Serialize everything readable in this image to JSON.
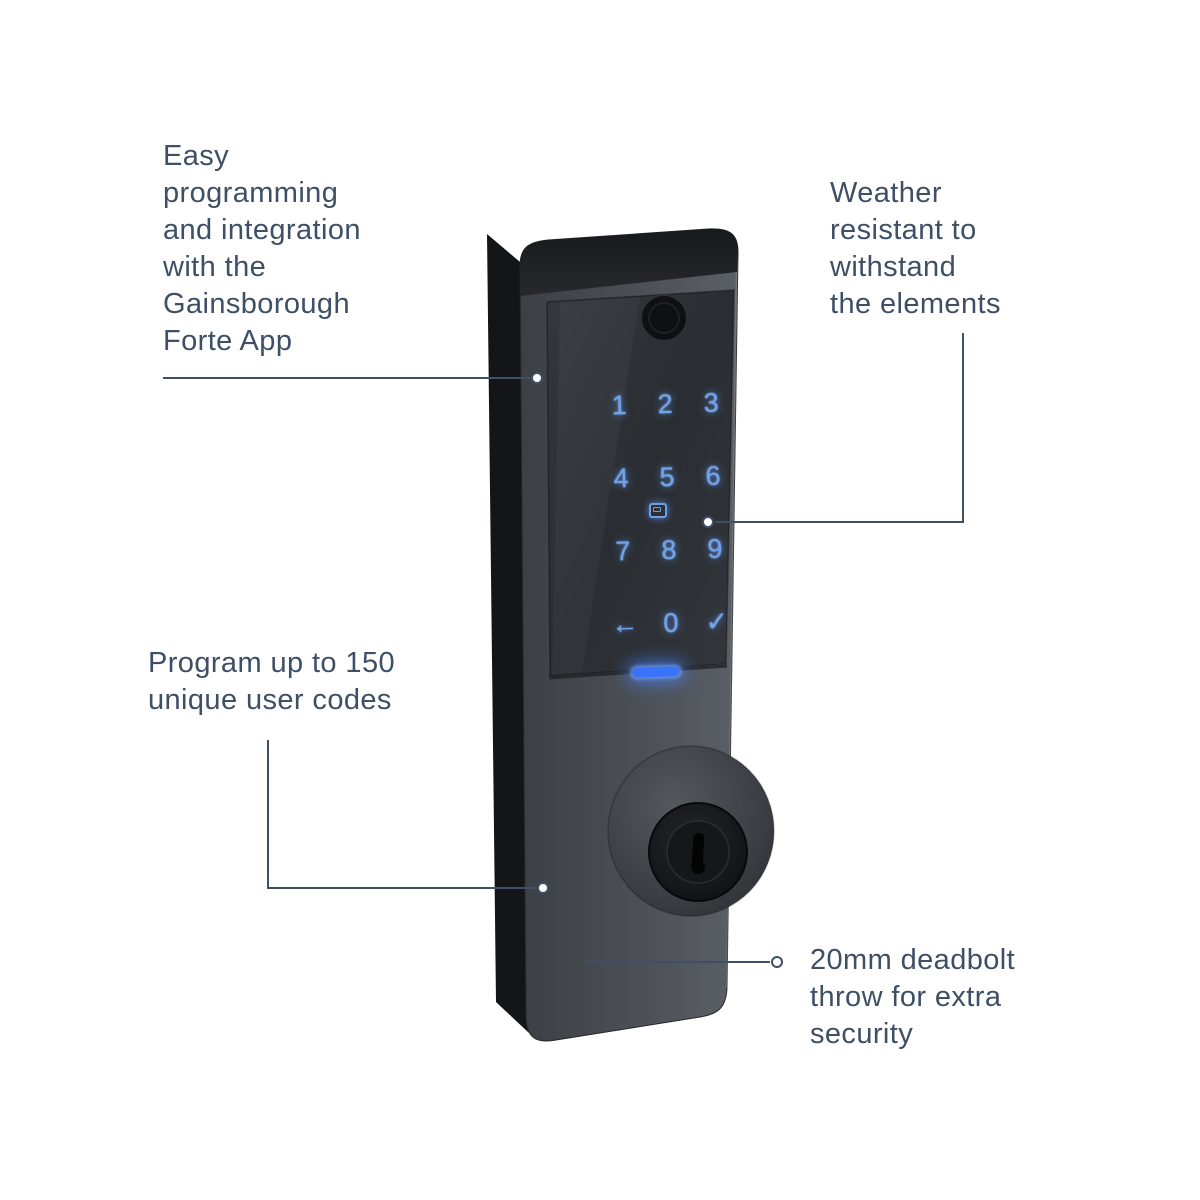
{
  "annotations": {
    "app": {
      "text": "Easy\nprogramming\nand integration\nwith the\nGainsborough\nForte App"
    },
    "weather": {
      "text": "Weather\nresistant to\nwithstand\nthe elements"
    },
    "codes": {
      "text": "Program up to 150\nunique user codes"
    },
    "deadbolt": {
      "text": "20mm deadbolt\nthrow for extra\nsecurity"
    }
  },
  "lock": {
    "keypad": {
      "keys": [
        "1",
        "2",
        "3",
        "4",
        "5",
        "6",
        "7",
        "8",
        "9",
        "←",
        "0",
        "✓"
      ]
    },
    "icons": {
      "one_touch": "rfid-card-icon",
      "sensor": "status-sensor-circle",
      "led": "blue-status-led",
      "keyhole": "key-cylinder"
    }
  },
  "colors": {
    "annotation_text": "#3e4f66",
    "callout_line": "#3e4f66",
    "keypad_glow_blue": "#71a3ea",
    "led_blue": "#3a74f8",
    "lock_body": "#4c5056",
    "keypad_panel": "#2e3135",
    "background": "#ffffff"
  }
}
